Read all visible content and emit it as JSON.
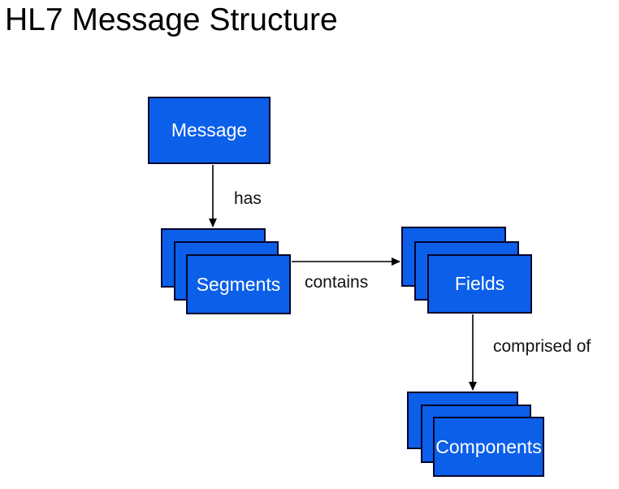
{
  "title": "HL7 Message Structure",
  "colors": {
    "box_fill": "#0b5fe9",
    "box_border": "#05052d",
    "arrow": "#000000",
    "title_color": "#000000",
    "label_color": "#111111",
    "node_text": "#ffffff",
    "bg": "#ffffff"
  },
  "nodes": {
    "message": {
      "label": "Message"
    },
    "segments": {
      "label": "Segments"
    },
    "fields": {
      "label": "Fields"
    },
    "components": {
      "label": "Components"
    }
  },
  "edges": {
    "has": {
      "label": "has",
      "from": "message",
      "to": "segments"
    },
    "contains": {
      "label": "contains",
      "from": "segments",
      "to": "fields"
    },
    "comprised_of": {
      "label": "comprised of",
      "from": "fields",
      "to": "components"
    }
  }
}
